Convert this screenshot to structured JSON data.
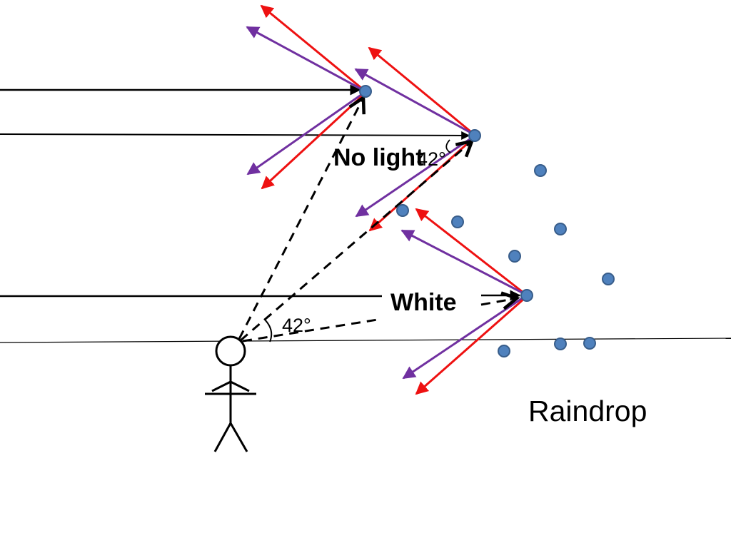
{
  "labels": {
    "no_light": "No light",
    "white": "White",
    "raindrop": "Raindrop",
    "angle_top": "42°",
    "angle_observer": "42°"
  },
  "colors": {
    "red": "#ee1111",
    "purple": "#7030a0",
    "drop_fill": "#4f81bd",
    "drop_stroke": "#385d8a",
    "ink": "#000000"
  }
}
